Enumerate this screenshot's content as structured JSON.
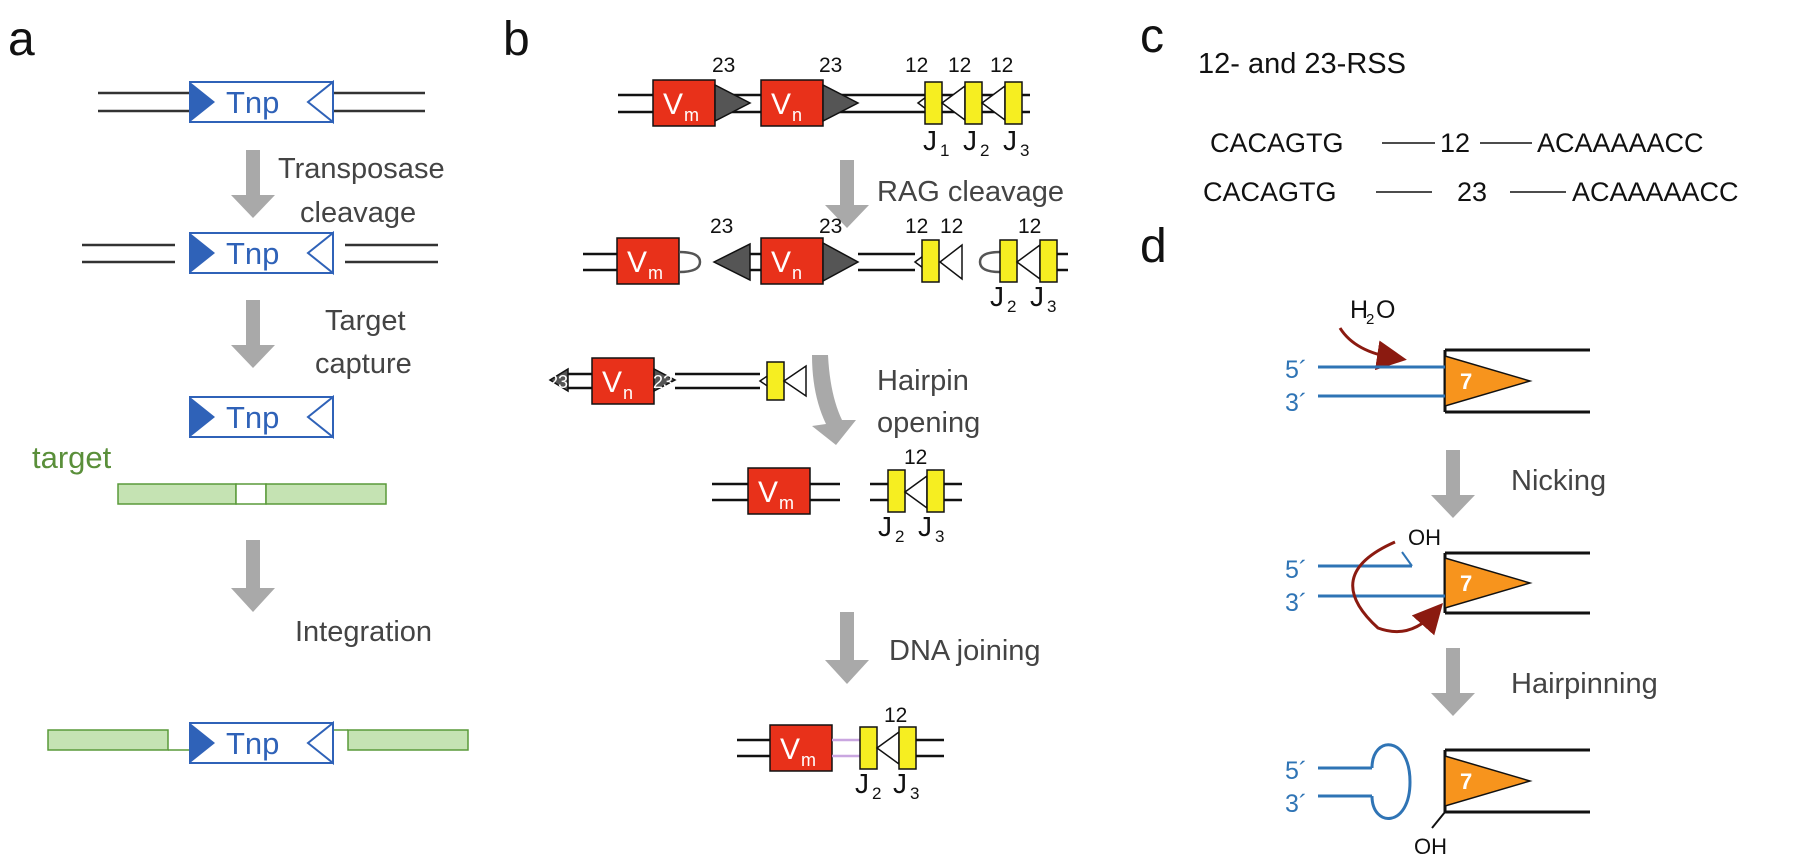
{
  "panels": {
    "a": {
      "label": "a",
      "element_name": "Tnp",
      "target_label": "target",
      "steps": [
        "Transposase",
        "cleavage",
        "Target",
        "capture",
        "Integration"
      ]
    },
    "b": {
      "label": "b",
      "gene_segments": {
        "vm_main": "V",
        "vm_sub": "m",
        "vn_main": "V",
        "vn_sub": "n",
        "j_main": "J",
        "j1_sub": "1",
        "j2_sub": "2",
        "j3_sub": "3"
      },
      "spacer_labels": {
        "twelve": "12",
        "twentythree": "23"
      },
      "steps": [
        "RAG cleavage",
        "Hairpin",
        "opening",
        "DNA joining"
      ]
    },
    "c": {
      "label": "c",
      "title": "12- and 23-RSS",
      "seq_left": "CACAGTG",
      "seq_right": "ACAAAAACC",
      "spacer_12": "12",
      "spacer_23": "23"
    },
    "d": {
      "label": "d",
      "water_main": "H",
      "water_sub": "2",
      "water_o": "O",
      "five_prime": "5´",
      "three_prime": "3´",
      "hydroxyl": "OH",
      "triangle_label": "7",
      "steps": [
        "Nicking",
        "Hairpinning"
      ]
    }
  },
  "colors": {
    "blue": "#2f62b8",
    "red": "#e8311a",
    "yellow": "#f6ee21",
    "green_fill": "#c5e3b3",
    "green_line": "#5a9a3a",
    "gray_arrow": "#a9a9a9",
    "dark_red": "#8b1a10",
    "orange": "#f7941d",
    "dna_blue": "#2f74b5"
  }
}
